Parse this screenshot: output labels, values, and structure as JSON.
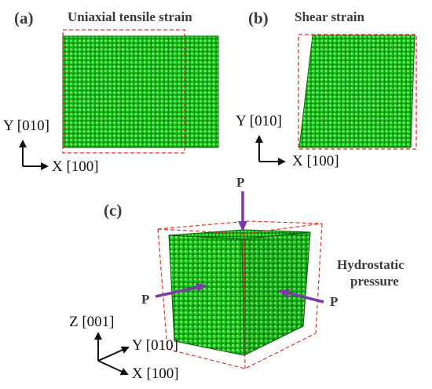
{
  "panels": {
    "a": {
      "letter": "(a)",
      "title": "Uniaxial tensile strain",
      "y_axis": "Y [010]",
      "x_axis": "X [100]"
    },
    "b": {
      "letter": "(b)",
      "title": "Shear strain",
      "y_axis": "Y [010]",
      "x_axis": "X [100]"
    },
    "c": {
      "letter": "(c)",
      "force_label": "P",
      "hydro_line1": "Hydrostatic",
      "hydro_line2": "pressure",
      "z_axis": "Z [001]",
      "y_axis": "Y [010]",
      "x_axis": "X [100]"
    }
  },
  "colors": {
    "atom_green": "#22dd22",
    "atom_edge": "#0a7a0a",
    "reference_dash": "#e53030",
    "arrow_purple": "#7a3aa8",
    "text_gray": "#3a3a3a"
  }
}
